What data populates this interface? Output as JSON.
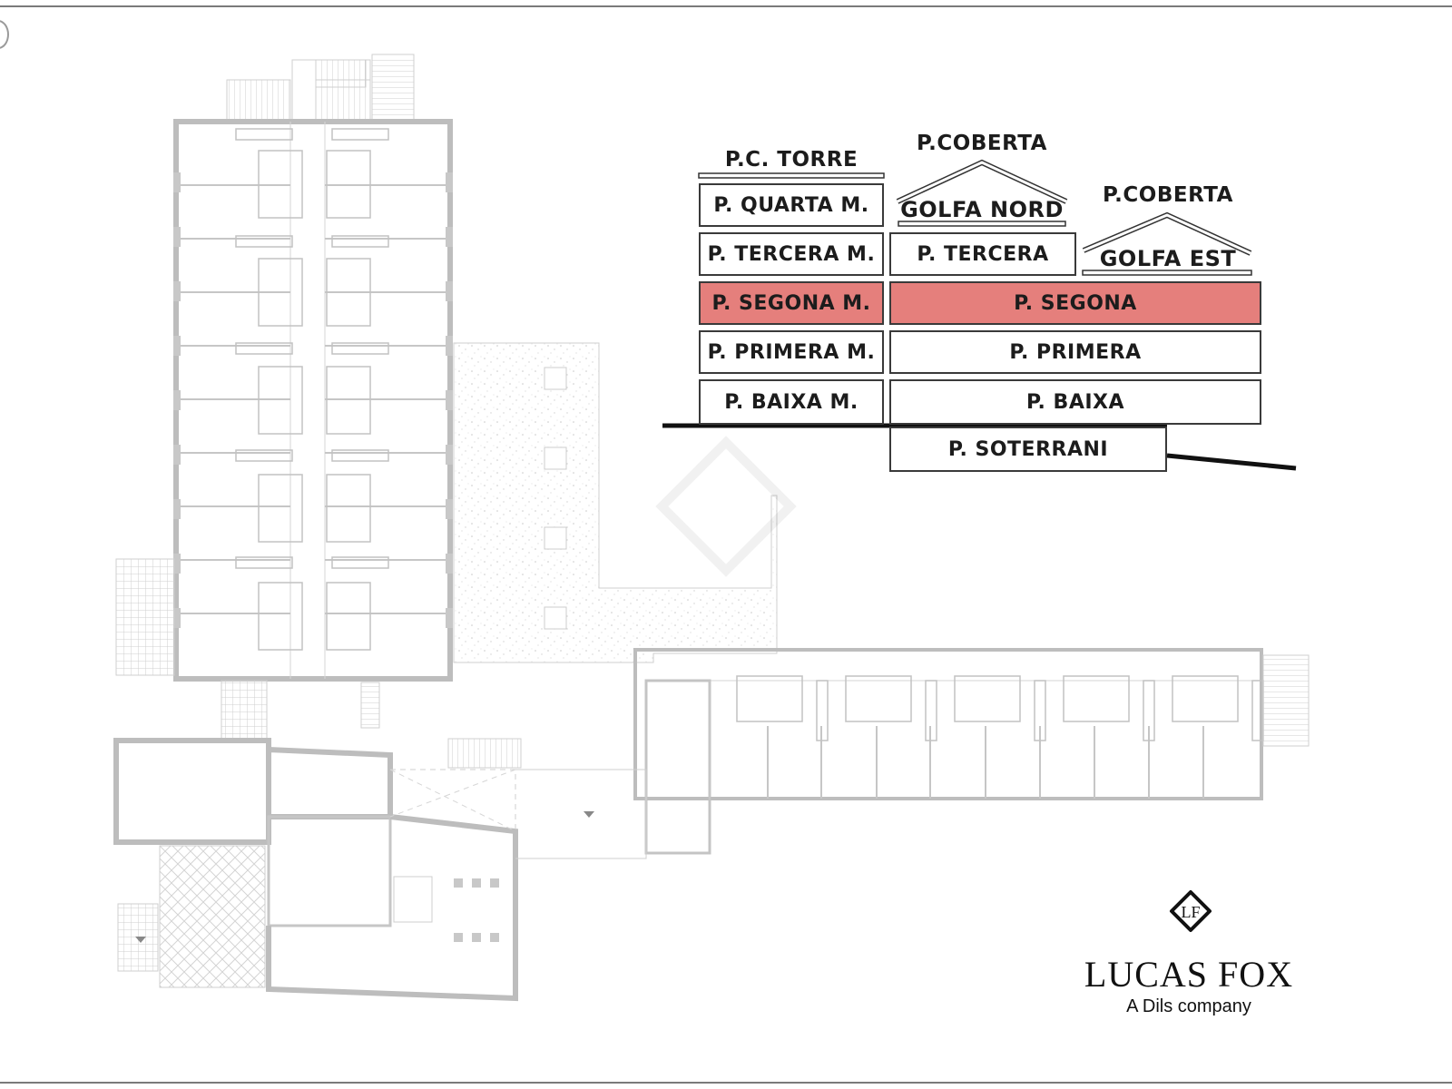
{
  "diagram": {
    "type": "architectural-floor-plan-with-level-key",
    "highlight_color": "#e57f7c",
    "selected_floor": "P. SEGONA",
    "section_key": {
      "left_column": {
        "roof_label": "P.C. TORRE",
        "floors": [
          {
            "id": "quarta-m",
            "label": "P. QUARTA M.",
            "active": false
          },
          {
            "id": "tercera-m",
            "label": "P. TERCERA M.",
            "active": false
          },
          {
            "id": "segona-m",
            "label": "P. SEGONA M.",
            "active": true
          },
          {
            "id": "primera-m",
            "label": "P. PRIMERA M.",
            "active": false
          },
          {
            "id": "baixa-m",
            "label": "P. BAIXA M.",
            "active": false
          }
        ]
      },
      "middle_column": {
        "roof_label": "P.COBERTA",
        "attic_label": "GOLFA NORD",
        "floors": [
          {
            "id": "tercera",
            "label": "P. TERCERA",
            "active": false
          }
        ]
      },
      "right_column": {
        "roof_label": "P.COBERTA",
        "attic_label": "GOLFA EST"
      },
      "shared_floors": [
        {
          "id": "segona",
          "label": "P. SEGONA",
          "active": true
        },
        {
          "id": "primera",
          "label": "P. PRIMERA",
          "active": false
        },
        {
          "id": "baixa",
          "label": "P. BAIXA",
          "active": false
        }
      ],
      "basement": {
        "id": "soterrani",
        "label": "P. SOTERRANI",
        "active": false
      }
    },
    "plan_wings": [
      "north-tower-wing",
      "central-courtyard",
      "east-wing",
      "south-west-buildings"
    ]
  },
  "branding": {
    "logo_monogram": "LF",
    "name": "LUCAS FOX",
    "tagline": "A Dils company"
  }
}
